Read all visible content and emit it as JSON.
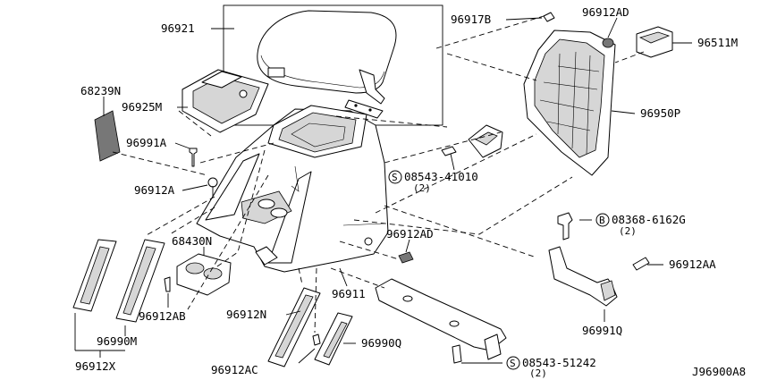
{
  "diagram_id": "J96900A8",
  "labels": {
    "p96921": "96921",
    "p96917B": "96917B",
    "p96912AD_top": "96912AD",
    "p96511M": "96511M",
    "p68239N": "68239N",
    "p96925M": "96925M",
    "p96950P": "96950P",
    "p96991A": "96991A",
    "s_08543_41010": "08543-41010",
    "s_08543_41010_qty": "(2)",
    "p96912A": "96912A",
    "b_08368_6162G": "08368-6162G",
    "b_08368_6162G_qty": "(2)",
    "p68430N": "68430N",
    "p96912AD_mid": "96912AD",
    "p96912AA": "96912AA",
    "p96911": "96911",
    "p96912AB": "96912AB",
    "p96991Q": "96991Q",
    "p96912N": "96912N",
    "p96990M": "96990M",
    "p96990Q": "96990Q",
    "p96912X": "96912X",
    "s_08543_51242": "08543-51242",
    "s_08543_51242_qty": "(2)",
    "p96912AC": "96912AC"
  },
  "symbols": {
    "screw_mark": "S",
    "bolt_mark": "B"
  }
}
